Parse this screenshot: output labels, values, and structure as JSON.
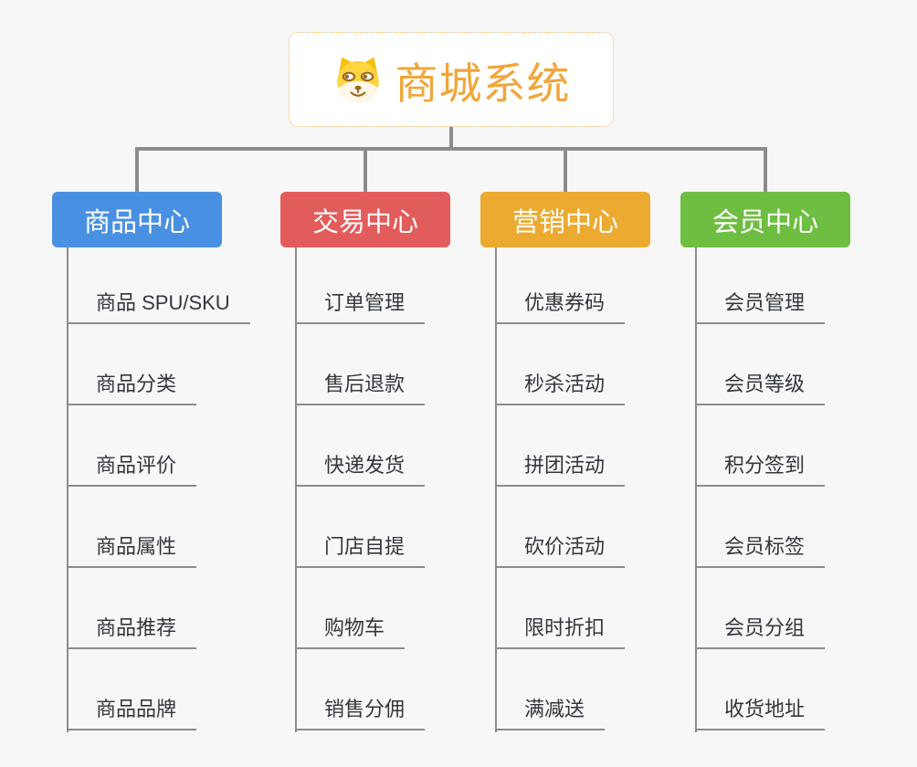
{
  "root": {
    "title": "商城系统",
    "icon": "dog-face-icon",
    "accent": "#f0a63a",
    "border_color": "#f0b45a",
    "background": "#ffffff"
  },
  "connectors": {
    "color": "#8c8c8c"
  },
  "branches": [
    {
      "label": "商品中心",
      "color": "#4a90e2",
      "items": [
        "商品 SPU/SKU",
        "商品分类",
        "商品评价",
        "商品属性",
        "商品推荐",
        "商品品牌"
      ]
    },
    {
      "label": "交易中心",
      "color": "#e25c5c",
      "items": [
        "订单管理",
        "售后退款",
        "快递发货",
        "门店自提",
        "购物车",
        "销售分佣"
      ]
    },
    {
      "label": "营销中心",
      "color": "#ecaa30",
      "items": [
        "优惠券码",
        "秒杀活动",
        "拼团活动",
        "砍价活动",
        "限时折扣",
        "满减送"
      ]
    },
    {
      "label": "会员中心",
      "color": "#6ebe41",
      "items": [
        "会员管理",
        "会员等级",
        "积分签到",
        "会员标签",
        "会员分组",
        "收货地址"
      ]
    }
  ]
}
